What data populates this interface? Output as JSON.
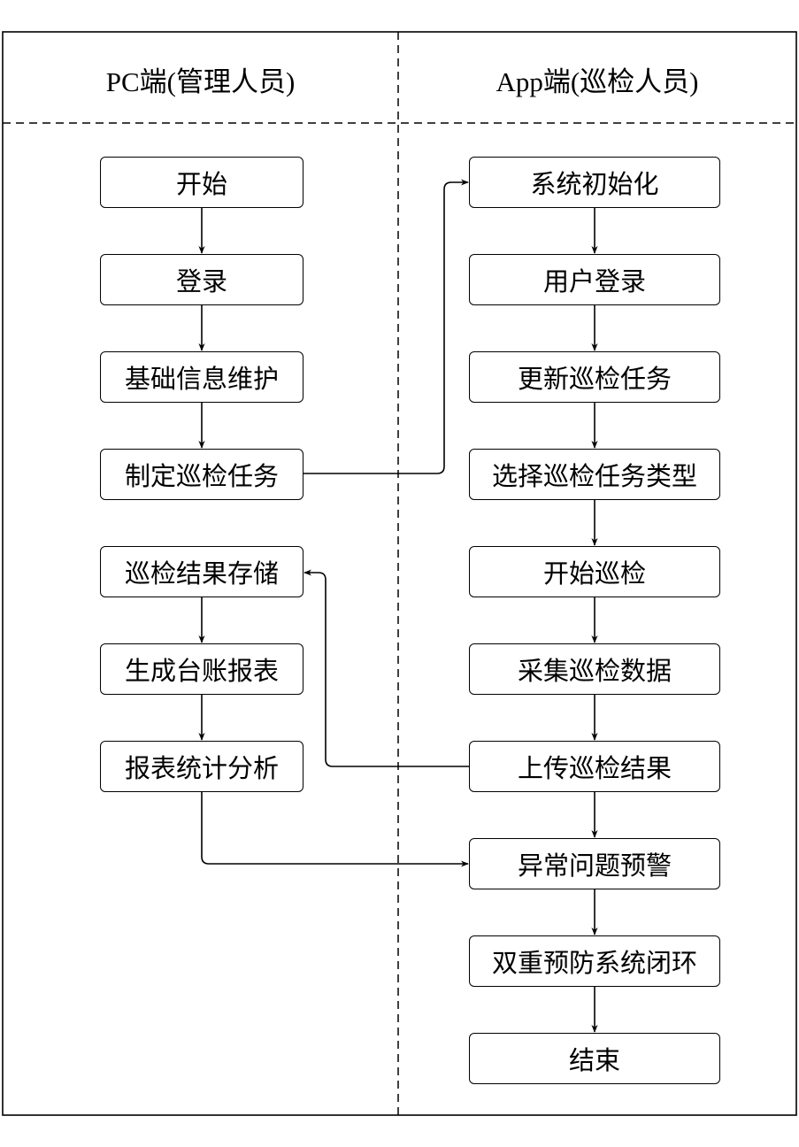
{
  "lanes": {
    "left_title": "PC端(管理人员)",
    "right_title": "App端(巡检人员)"
  },
  "left_steps": [
    "开始",
    "登录",
    "基础信息维护",
    "制定巡检任务",
    "巡检结果存储",
    "生成台账报表",
    "报表统计分析"
  ],
  "right_steps": [
    "系统初始化",
    "用户登录",
    "更新巡检任务",
    "选择巡检任务类型",
    "开始巡检",
    "采集巡检数据",
    "上传巡检结果",
    "异常问题预警",
    "双重预防系统闭环",
    "结束"
  ]
}
